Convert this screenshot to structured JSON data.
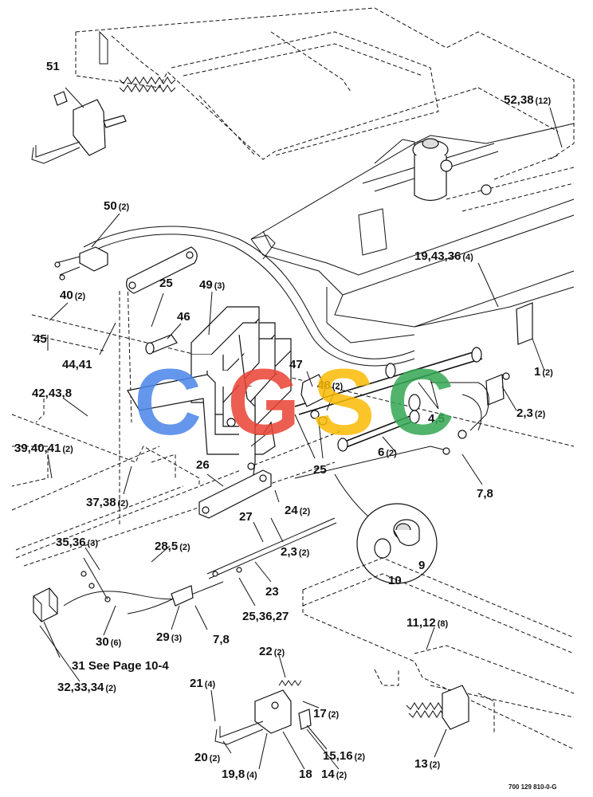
{
  "callouts": [
    {
      "id": "c51",
      "label": "51",
      "qty": ""
    },
    {
      "id": "c52",
      "label": "52,38",
      "qty": "(12)"
    },
    {
      "id": "c50",
      "label": "50",
      "qty": "(2)"
    },
    {
      "id": "c19a",
      "label": "19,43,36",
      "qty": "(4)"
    },
    {
      "id": "c25a",
      "label": "25",
      "qty": ""
    },
    {
      "id": "c49",
      "label": "49",
      "qty": "(3)"
    },
    {
      "id": "c40",
      "label": "40",
      "qty": "(2)"
    },
    {
      "id": "c46",
      "label": "46",
      "qty": ""
    },
    {
      "id": "c45",
      "label": "45",
      "qty": ""
    },
    {
      "id": "c44",
      "label": "44,41",
      "qty": ""
    },
    {
      "id": "c47",
      "label": "47",
      "qty": ""
    },
    {
      "id": "c48",
      "label": "48",
      "qty": "(2)"
    },
    {
      "id": "c1",
      "label": "1",
      "qty": "(2)"
    },
    {
      "id": "c42",
      "label": "42,43,8",
      "qty": ""
    },
    {
      "id": "c23a",
      "label": "2,3",
      "qty": "(2)"
    },
    {
      "id": "c45b",
      "label": "4,5",
      "qty": ""
    },
    {
      "id": "c39",
      "label": "39,40,41",
      "qty": "(2)"
    },
    {
      "id": "c6",
      "label": "6",
      "qty": "(2)"
    },
    {
      "id": "c25b",
      "label": "25",
      "qty": ""
    },
    {
      "id": "c26",
      "label": "26",
      "qty": ""
    },
    {
      "id": "c78a",
      "label": "7,8",
      "qty": ""
    },
    {
      "id": "c37",
      "label": "37,38",
      "qty": "(2)"
    },
    {
      "id": "c24",
      "label": "24",
      "qty": "(2)"
    },
    {
      "id": "c27",
      "label": "27",
      "qty": ""
    },
    {
      "id": "c35",
      "label": "35,36",
      "qty": "(3)"
    },
    {
      "id": "c28",
      "label": "28,5",
      "qty": "(2)"
    },
    {
      "id": "c23b",
      "label": "2,3",
      "qty": "(2)"
    },
    {
      "id": "c9",
      "label": "9",
      "qty": ""
    },
    {
      "id": "c10",
      "label": "10",
      "qty": ""
    },
    {
      "id": "c23",
      "label": "23",
      "qty": ""
    },
    {
      "id": "c11",
      "label": "11,12",
      "qty": "(8)"
    },
    {
      "id": "c30",
      "label": "30",
      "qty": "(6)"
    },
    {
      "id": "c29",
      "label": "29",
      "qty": "(3)"
    },
    {
      "id": "c78b",
      "label": "7,8",
      "qty": ""
    },
    {
      "id": "c25c",
      "label": "25,36,27",
      "qty": ""
    },
    {
      "id": "c22",
      "label": "22",
      "qty": "(2)"
    },
    {
      "id": "c32",
      "label": "32,33,34",
      "qty": "(2)"
    },
    {
      "id": "c21",
      "label": "21",
      "qty": "(4)"
    },
    {
      "id": "c17",
      "label": "17",
      "qty": "(2)"
    },
    {
      "id": "c20",
      "label": "20",
      "qty": "(2)"
    },
    {
      "id": "c15",
      "label": "15,16",
      "qty": "(2)"
    },
    {
      "id": "c13",
      "label": "13",
      "qty": "(2)"
    },
    {
      "id": "c19b",
      "label": "19,8",
      "qty": "(4)"
    },
    {
      "id": "c18",
      "label": "18",
      "qty": ""
    },
    {
      "id": "c14",
      "label": "14",
      "qty": "(2)"
    }
  ],
  "note31": "31 See Page 10-4",
  "drawing_ref": "700 129 810-0-G",
  "watermark": {
    "letters": [
      "C",
      "G",
      "S",
      "C"
    ],
    "colors": [
      "#4a86e8",
      "#ea4335",
      "#fbbc05",
      "#34a853"
    ]
  }
}
